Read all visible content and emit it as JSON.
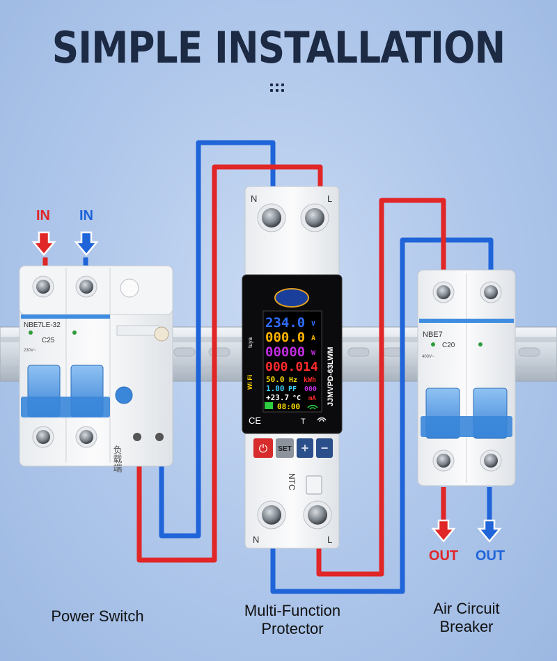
{
  "title": "SIMPLE INSTALLATION",
  "labels": {
    "in_left": "IN",
    "in_right": "IN",
    "out_left": "OUT",
    "out_right": "OUT"
  },
  "captions": {
    "power_switch": "Power Switch",
    "protector_line1": "Multi-Function",
    "protector_line2": "Protector",
    "breaker_line1": "Air Circuit",
    "breaker_line2": "Breaker"
  },
  "power_switch": {
    "model": "NBE7LE-32",
    "rating": "C25",
    "spec": "230V~",
    "bottom_text": "负载端"
  },
  "protector": {
    "model": "JJMVPD-63LWM",
    "terminal_top_left": "N",
    "terminal_top_right": "L",
    "terminal_bottom_left": "N",
    "terminal_bottom_right": "L",
    "ntc": "NTC",
    "ce": "CE",
    "t_mark": "T",
    "wifi_label": "Wi Fi",
    "tuya_label": "tuya",
    "display": {
      "voltage": "234.0",
      "voltage_unit": "V",
      "current": "000.0",
      "current_unit": "A",
      "power": "00000",
      "power_unit": "W",
      "energy": "000.014",
      "frequency": "50.0",
      "frequency_unit": "Hz",
      "energy_unit": "kWh",
      "pf": "1.00",
      "pf_unit": "PF",
      "leak": "000",
      "leak_unit": "mA",
      "temperature": "+23.7",
      "temperature_unit": "°C",
      "time": "08:00"
    },
    "buttons": {
      "power": "⏻",
      "set": "SET",
      "plus": "+",
      "minus": "−"
    }
  },
  "breaker": {
    "model": "NBE7",
    "rating": "C20",
    "spec": "400V~"
  },
  "colors": {
    "live_wire": "#e02626",
    "neutral_wire": "#1f64d8",
    "title": "#1d2a44",
    "lcd_voltage": "#2f6cff",
    "lcd_current": "#ffb400",
    "lcd_power": "#c02ee0",
    "lcd_energy": "#ff2a2a",
    "lcd_freq": "#ffe000",
    "lcd_pf": "#3fd0ff",
    "lcd_temp": "#ffffff",
    "lcd_time": "#ffe000"
  }
}
